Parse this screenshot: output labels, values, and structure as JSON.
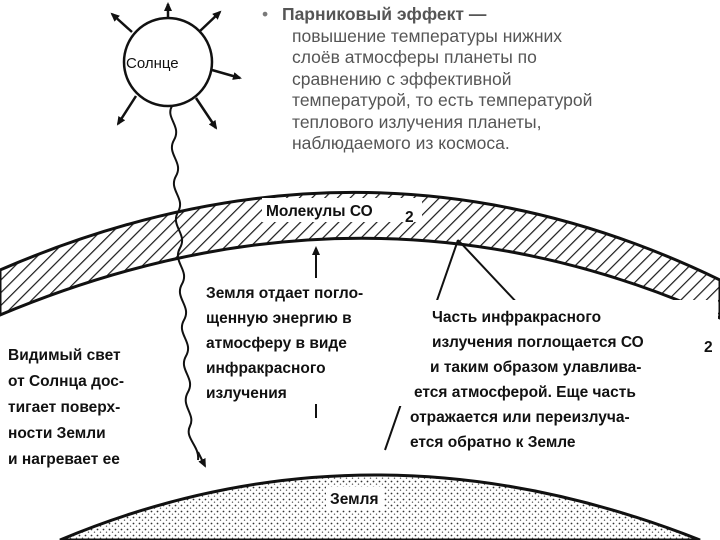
{
  "header": {
    "bullet": "•",
    "term": "Парниковый эффект",
    "dash": " —",
    "lines": [
      "повышение температуры нижних",
      "слоёв атмосферы планеты по",
      "сравнению с эффективной",
      "температурой, то есть температурой",
      "теплового излучения планеты,",
      "наблюдаемого из космоса."
    ]
  },
  "diagram": {
    "sun_label": "Солнце",
    "co2_label": "Молекулы СО",
    "co2_subscript": "2",
    "earth_label": "Земля",
    "left_text": [
      "Видимый свет",
      "от Солнца дос-",
      "тигает поверх-",
      "ности Земли",
      "и нагревает ее"
    ],
    "middle_text": [
      "Земля отдает погло-",
      "щенную энергию в",
      "атмосферу в виде",
      "инфракрасного",
      "излучения"
    ],
    "right_text": [
      "Часть инфракрасного",
      "излучения поглощается СО",
      "и таким образом улавлива-",
      "ется атмосферой. Еще часть",
      "отражается или переизлуча-",
      "ется обратно к Земле"
    ],
    "right_subscript": "2"
  }
}
